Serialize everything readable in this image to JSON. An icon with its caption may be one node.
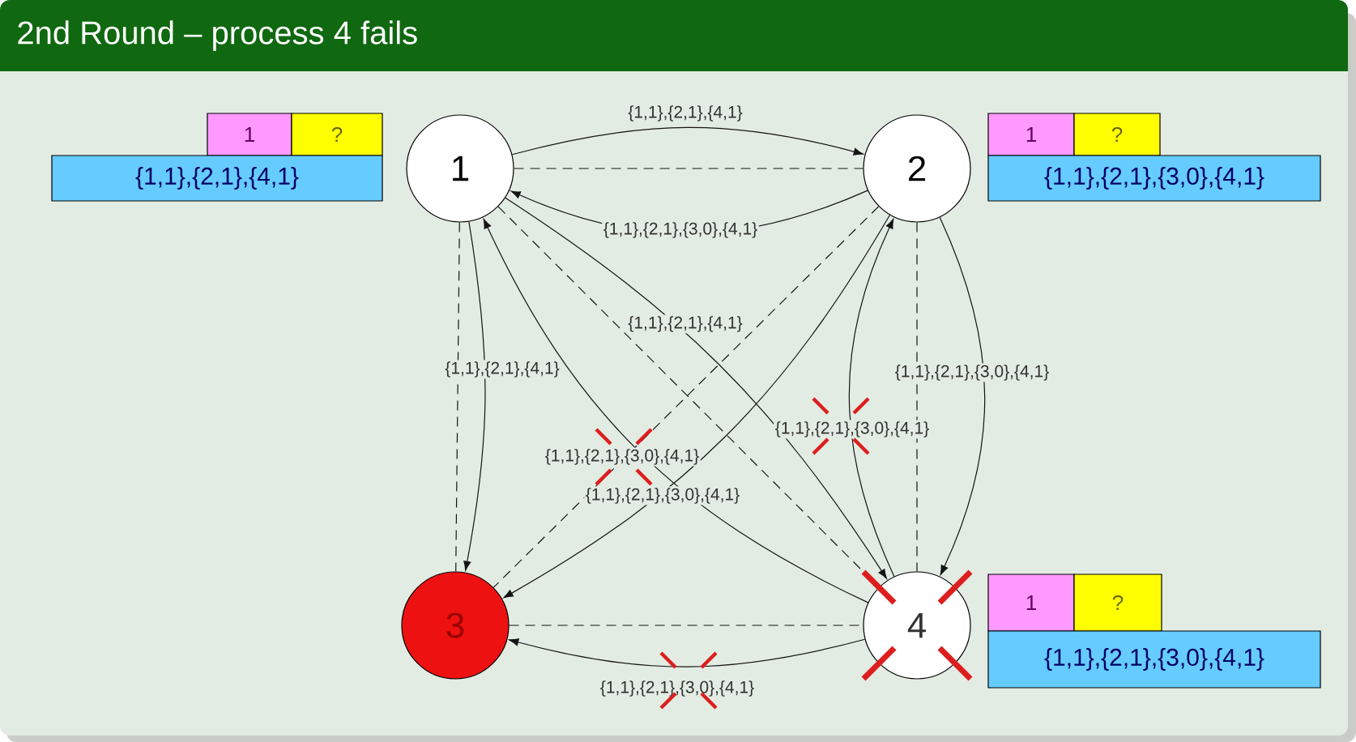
{
  "diagram": {
    "title": "2nd Round – process 4 fails",
    "nodes": [
      {
        "text": [
          "1"
        ]
      },
      {
        "text": [
          "2"
        ]
      },
      {
        "text": [
          "3"
        ]
      },
      {
        "text": [
          "4"
        ]
      },
      {
        "text": [
          "1"
        ]
      },
      {
        "text": [
          "?"
        ]
      },
      {
        "text": [
          "{1,1},{2,1},{4,1}"
        ]
      },
      {
        "text": [
          "1"
        ]
      },
      {
        "text": [
          "?"
        ]
      },
      {
        "text": [
          "{1,1},{2,1},{3,0},{4,1}"
        ]
      },
      {
        "text": [
          "1"
        ]
      },
      {
        "text": [
          "?"
        ]
      },
      {
        "text": [
          "{1,1},{2,1},{3,0},{4,1}"
        ]
      }
    ],
    "edges": [
      {
        "from": 0,
        "to": 1,
        "arrow": "to",
        "label": "{1,1},{2,1},{4,1}"
      },
      {
        "from": 1,
        "to": 0,
        "arrow": "to",
        "label": "{1,1},{2,1},{3,0},{4,1}"
      },
      {
        "from": 0,
        "to": 1,
        "arrow": "none",
        "style": "dashed"
      },
      {
        "from": 0,
        "to": 2,
        "arrow": "to",
        "label": "{1,1},{2,1},{4,1}"
      },
      {
        "from": 3,
        "to": 0,
        "arrow": "to",
        "label": "{1,1},{2,1},{3,0},{4,1}"
      },
      {
        "from": 0,
        "to": 3,
        "arrow": "to",
        "label": "{1,1},{2,1},{4,1}"
      },
      {
        "from": 0,
        "to": 3,
        "arrow": "none",
        "style": "dashed"
      },
      {
        "from": 1,
        "to": 2,
        "arrow": "to",
        "label": "{1,1},{2,1},{3,0},{4,1}"
      },
      {
        "from": 1,
        "to": 2,
        "arrow": "none",
        "style": "dashed"
      },
      {
        "from": 1,
        "to": 3,
        "arrow": "to",
        "label": "{1,1},{2,1},{3,0},{4,1}"
      },
      {
        "from": 3,
        "to": 1,
        "arrow": "to",
        "label": "{1,1},{2,1},{3,0},{4,1}"
      },
      {
        "from": 1,
        "to": 3,
        "arrow": "none",
        "style": "dashed"
      },
      {
        "from": 2,
        "to": 3,
        "arrow": "none",
        "style": "dashed"
      },
      {
        "from": 3,
        "to": 2,
        "arrow": "to",
        "label": "{1,1},{2,1},{3,0},{4,1}"
      },
      {
        "from": 0,
        "to": 2,
        "arrow": "none",
        "style": "dashed"
      }
    ]
  }
}
